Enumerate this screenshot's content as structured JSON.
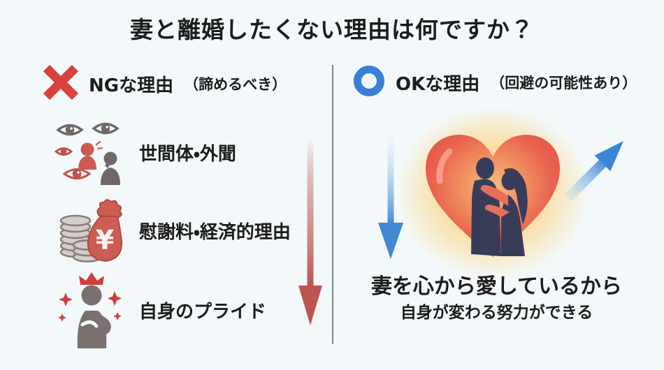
{
  "title": "妻と離婚したくない理由は何ですか？",
  "left_panel": {
    "header": {
      "label": "NGな理由",
      "note": "（諦めるべき）"
    },
    "items": [
      {
        "icon": "gossip-eyes-icon",
        "label": "世間体・外聞"
      },
      {
        "icon": "money-icon",
        "label": "慰謝料・経済的理由",
        "yen_symbol": "¥"
      },
      {
        "icon": "pride-crown-icon",
        "label": "自身のプライド"
      }
    ],
    "arrow": "declining-red-arrow"
  },
  "right_panel": {
    "header": {
      "label": "OKな理由",
      "note": "（回避の可能性あり）"
    },
    "illustration": "heart-with-couple",
    "arrows": [
      "blue-down-arrow",
      "blue-up-right-arrow"
    ],
    "main_text": "妻を心から愛しているから",
    "sub_text": "自身が変わる努力ができる"
  },
  "colors": {
    "background": "#f3f9fa",
    "text": "#1c1c1c",
    "ng_red": "#d8413e",
    "ok_blue": "#3a7ed7",
    "icon_gray": "#756c6a",
    "icon_red": "#c4544e",
    "arrow_red": "#bc5450",
    "arrow_blue": "#4287d2",
    "heart_red": "#e8584c",
    "heart_glow": "#f9dda4",
    "silhouette_navy": "#383c58",
    "silhouette_arm": "#e4705c",
    "divider_gray": "#7f8588"
  }
}
